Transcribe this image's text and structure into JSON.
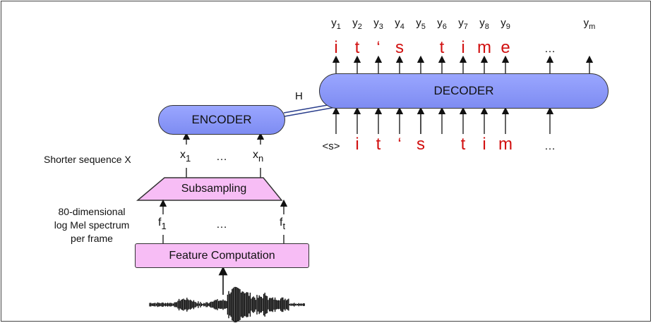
{
  "decoder": {
    "label": "DECODER"
  },
  "encoder": {
    "label": "ENCODER"
  },
  "subsampling": {
    "label": "Subsampling"
  },
  "feature": {
    "label": "Feature Computation"
  },
  "hidden_label": "H",
  "outputs": {
    "labels": [
      {
        "base": "y",
        "sub": "1"
      },
      {
        "base": "y",
        "sub": "2"
      },
      {
        "base": "y",
        "sub": "3"
      },
      {
        "base": "y",
        "sub": "4"
      },
      {
        "base": "y",
        "sub": "5"
      },
      {
        "base": "y",
        "sub": "6"
      },
      {
        "base": "y",
        "sub": "7"
      },
      {
        "base": "y",
        "sub": "8"
      },
      {
        "base": "y",
        "sub": "9"
      },
      {
        "base": "y",
        "sub": "m"
      }
    ],
    "tokens": [
      "i",
      "t",
      "‘",
      "s",
      "",
      "t",
      "i",
      "m",
      "e",
      "…",
      ""
    ]
  },
  "inputs": {
    "start": "<s>",
    "tokens": [
      "i",
      "t",
      "‘",
      "s",
      "",
      "t",
      "i",
      "m",
      "…"
    ]
  },
  "encoder_outputs": {
    "first": {
      "base": "x",
      "sub": "1"
    },
    "ellipsis": "…",
    "last": {
      "base": "x",
      "sub": "n"
    },
    "label": "Shorter sequence X"
  },
  "features": {
    "first": {
      "base": "f",
      "sub": "1"
    },
    "ellipsis": "…",
    "last": {
      "base": "f",
      "sub": "t"
    },
    "label_lines": [
      "80-dimensional",
      "log Mel spectrum",
      "per frame"
    ]
  },
  "colors": {
    "model_fill": "#8a97f7",
    "feature_fill": "#f7bdf5",
    "token_text": "#d10f0f"
  }
}
